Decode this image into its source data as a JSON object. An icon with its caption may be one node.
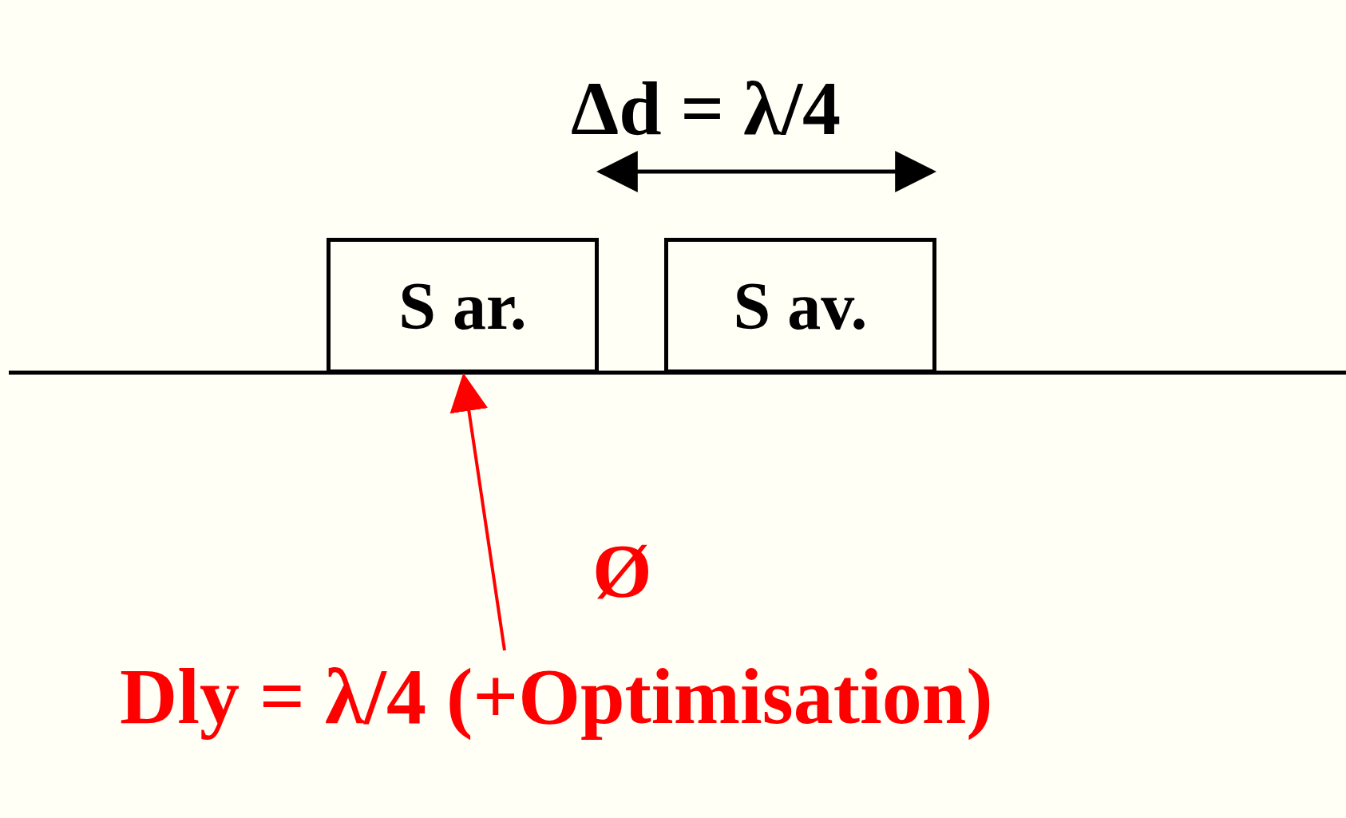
{
  "diagram": {
    "nodes": [
      {
        "text": [
          "S ar."
        ]
      },
      {
        "text": [
          "S av."
        ]
      },
      {
        "text": [
          "Dly = λ/4 (+Optimisation)"
        ]
      }
    ],
    "edges": [
      {
        "from": 2,
        "to": 0,
        "arrow": "to",
        "color": "#ff0000"
      }
    ],
    "labels": [
      "Δd = λ/4",
      "Ø"
    ]
  }
}
